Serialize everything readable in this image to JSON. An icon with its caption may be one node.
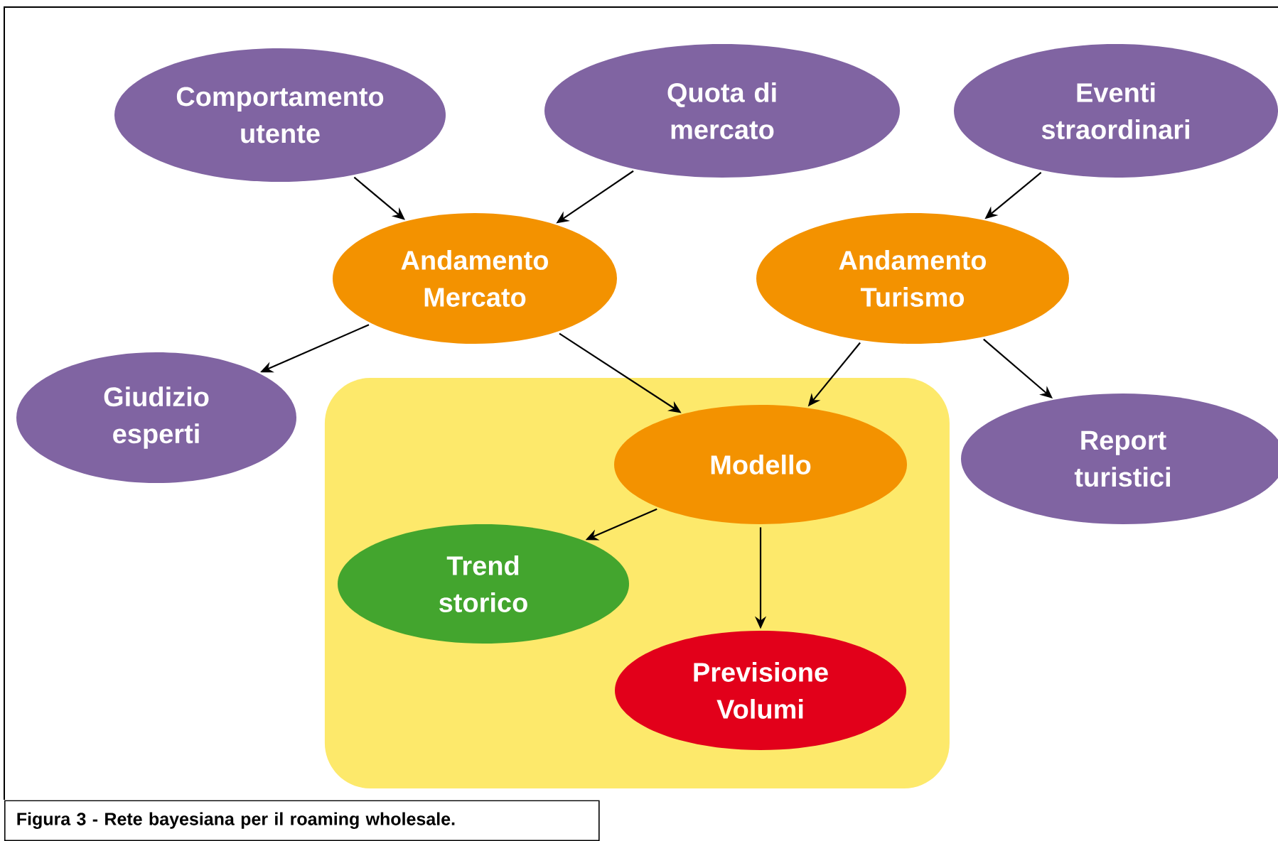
{
  "diagram": {
    "caption": "Figura 3 - Rete bayesiana per il roaming wholesale.",
    "nodes": [
      {
        "text": [
          "Comportamento utente"
        ]
      },
      {
        "text": [
          "Quota di mercato"
        ]
      },
      {
        "text": [
          "Eventi straordinari"
        ]
      },
      {
        "text": [
          "Andamento Mercato"
        ]
      },
      {
        "text": [
          "Andamento Turismo"
        ]
      },
      {
        "text": [
          "Giudizio esperti"
        ]
      },
      {
        "text": [],
        "shape": "box"
      },
      {
        "text": [
          "Modello"
        ],
        "in": 6
      },
      {
        "text": [
          "Report turistici"
        ]
      },
      {
        "text": [
          "Trend storico"
        ],
        "in": 6
      },
      {
        "text": [
          "Previsione Volumi"
        ],
        "in": 6
      }
    ],
    "edges": [
      {
        "from": 0,
        "to": 3,
        "arrow": "to"
      },
      {
        "from": 1,
        "to": 3,
        "arrow": "to"
      },
      {
        "from": 2,
        "to": 4,
        "arrow": "to"
      },
      {
        "from": 3,
        "to": 5,
        "arrow": "to"
      },
      {
        "from": 3,
        "to": 7,
        "arrow": "to"
      },
      {
        "from": 4,
        "to": 7,
        "arrow": "to"
      },
      {
        "from": 4,
        "to": 8,
        "arrow": "to"
      },
      {
        "from": 7,
        "to": 9,
        "arrow": "to"
      },
      {
        "from": 7,
        "to": 10,
        "arrow": "to"
      }
    ]
  }
}
